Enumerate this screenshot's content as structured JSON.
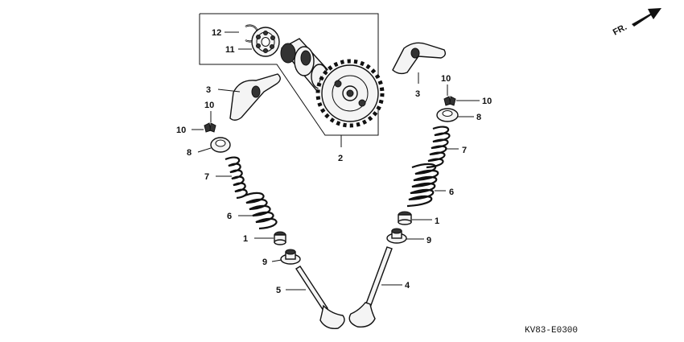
{
  "callouts": {
    "c1a": "1",
    "c1b": "1",
    "c2": "2",
    "c3a": "3",
    "c3b": "3",
    "c4": "4",
    "c5": "5",
    "c6a": "6",
    "c6b": "6",
    "c7a": "7",
    "c7b": "7",
    "c8a": "8",
    "c8b": "8",
    "c9a": "9",
    "c9b": "9",
    "c10a": "10",
    "c10b": "10",
    "c10c": "10",
    "c10d": "10",
    "c11": "11",
    "c12": "12"
  },
  "direction_label": "FR.",
  "diagram_code": "KV83-E0300"
}
